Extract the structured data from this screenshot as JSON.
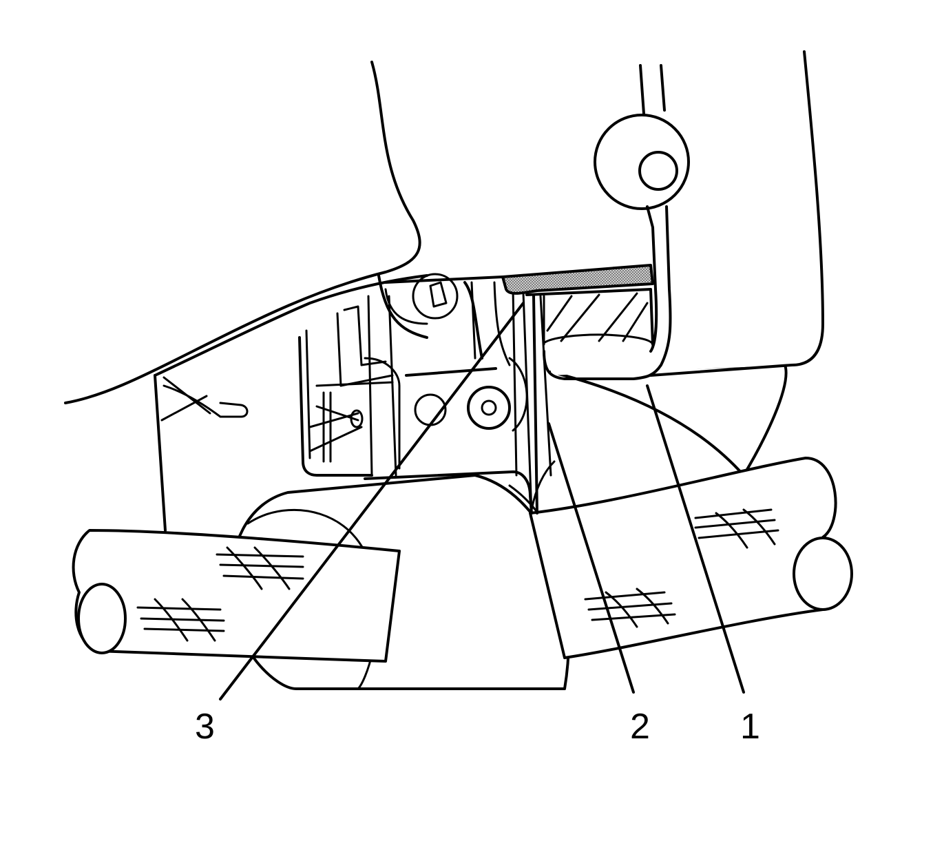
{
  "callouts": [
    {
      "id": "1",
      "label": "1"
    },
    {
      "id": "2",
      "label": "2"
    },
    {
      "id": "3",
      "label": "3"
    }
  ],
  "colors": {
    "line": "#000000",
    "background": "#ffffff",
    "shading": "#9a9a9a"
  }
}
